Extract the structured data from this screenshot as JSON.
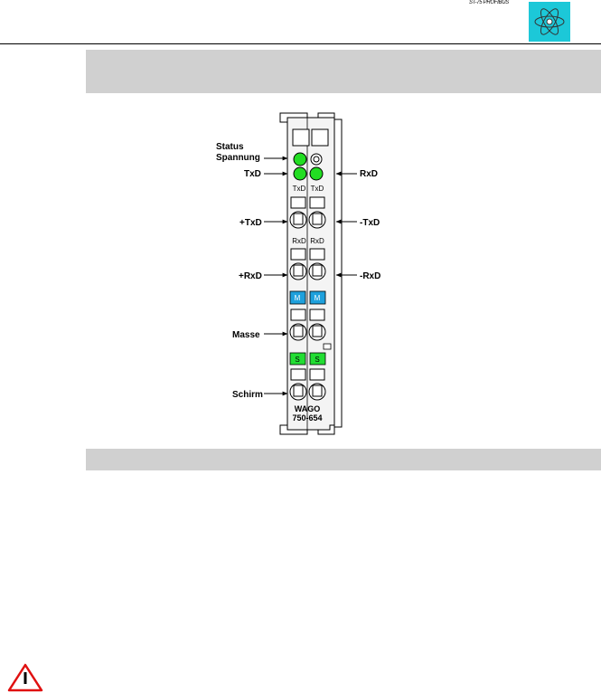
{
  "header": {
    "mark_text": "ST-75 PROFIBUS",
    "logo_icon": "atom-logo-icon",
    "logo_color": "#1cc8d8"
  },
  "figure": {
    "labels_left": {
      "status": "Status",
      "spannung": "Spannung",
      "txd": "TxD",
      "plus_txd": "+TxD",
      "plus_rxd": "+RxD",
      "masse": "Masse",
      "schirm": "Schirm"
    },
    "labels_right": {
      "rxd": "RxD",
      "minus_txd": "-TxD",
      "minus_rxd": "-RxD"
    },
    "module_labels": {
      "txd_a": "TxD",
      "txd_b": "TxD",
      "rxd_a": "RxD",
      "rxd_b": "RxD",
      "m_a": "M",
      "m_b": "M",
      "s_a": "S",
      "s_b": "S",
      "brand": "WAGO",
      "part_number": "750-654"
    },
    "colors": {
      "led_green": "#22dd22",
      "masse_blue": "#1ea0dc",
      "schirm_green": "#22dd33"
    }
  },
  "warning": {
    "icon": "warning-triangle-icon"
  }
}
